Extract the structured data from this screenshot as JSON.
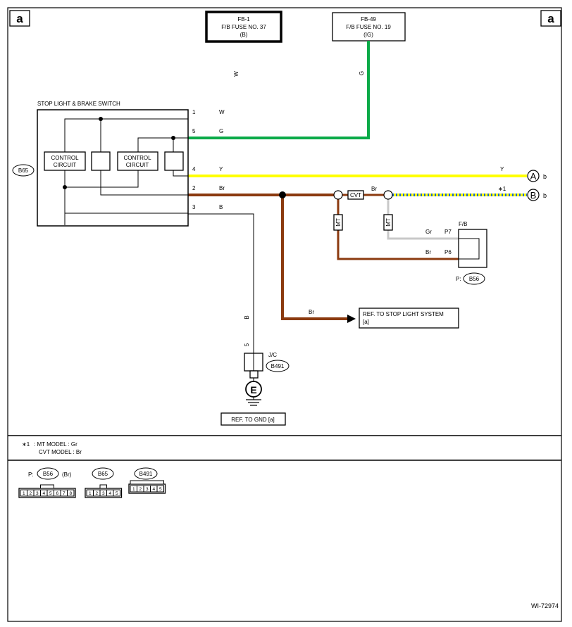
{
  "page_labels": {
    "left": "a",
    "right": "a"
  },
  "fuses": {
    "fb1": {
      "line1": "FB-1",
      "line2": "F/B FUSE NO. 37",
      "line3": "(B)"
    },
    "fb49": {
      "line1": "FB-49",
      "line2": "F/B FUSE NO. 19",
      "line3": "(IG)"
    }
  },
  "wire_labels": {
    "w_vertical": "W",
    "g_vertical": "G",
    "b_vertical": "B",
    "gnd_pin": "5",
    "pin1_color": "W",
    "pin5_color": "G",
    "pin4_color": "Y",
    "pin2_color": "Br",
    "pin3_color": "B",
    "y_right": "Y",
    "br_cvt": "Br",
    "br_ref": "Br",
    "gr_p7": "Gr",
    "br_p6": "Br"
  },
  "switch": {
    "title": "STOP LIGHT & BRAKE SWITCH",
    "connector": "B65",
    "control1_line1": "CONTROL",
    "control1_line2": "CIRCUIT",
    "control2_line1": "CONTROL",
    "control2_line2": "CIRCUIT",
    "pins": [
      "1",
      "5",
      "4",
      "2",
      "3"
    ]
  },
  "markers": {
    "A": "A",
    "B": "B",
    "a_suffix": "b",
    "b_suffix": "b",
    "note_star": "∗1",
    "mt1": "MT",
    "mt2": "MT",
    "cvt": "CVT"
  },
  "fb_box": {
    "title": "F/B",
    "p7": "P7",
    "p6": "P6",
    "connector_prefix": "P:",
    "connector": "B56"
  },
  "ref_stop": {
    "line1": "REF. TO STOP LIGHT SYSTEM",
    "line2": "[a]"
  },
  "jc": {
    "label": "J/C",
    "connector": "B491"
  },
  "ground": {
    "symbol": "E",
    "ref": "REF. TO GND [a]"
  },
  "notes": {
    "star": "∗1",
    "line1": ": MT MODEL  : Gr",
    "line2": "CVT MODEL  : Br"
  },
  "legend": {
    "b56_prefix": "P:",
    "b56": "B56",
    "b56_suffix": "(Br)",
    "b56_pins": [
      "1",
      "2",
      "3",
      "4",
      "5",
      "6",
      "7",
      "8"
    ],
    "b65": "B65",
    "b65_pins": [
      "1",
      "2",
      "3",
      "4",
      "5"
    ],
    "b491": "B491",
    "b491_pins": [
      "1",
      "2",
      "3",
      "4",
      "5"
    ]
  },
  "figure_id": "WI-72974",
  "colors": {
    "green": "#0aaa48",
    "yellow": "#ffff00",
    "brown": "#8b3a0f",
    "gray": "#c8c8c8",
    "blue_dots": "#1a66cc"
  }
}
